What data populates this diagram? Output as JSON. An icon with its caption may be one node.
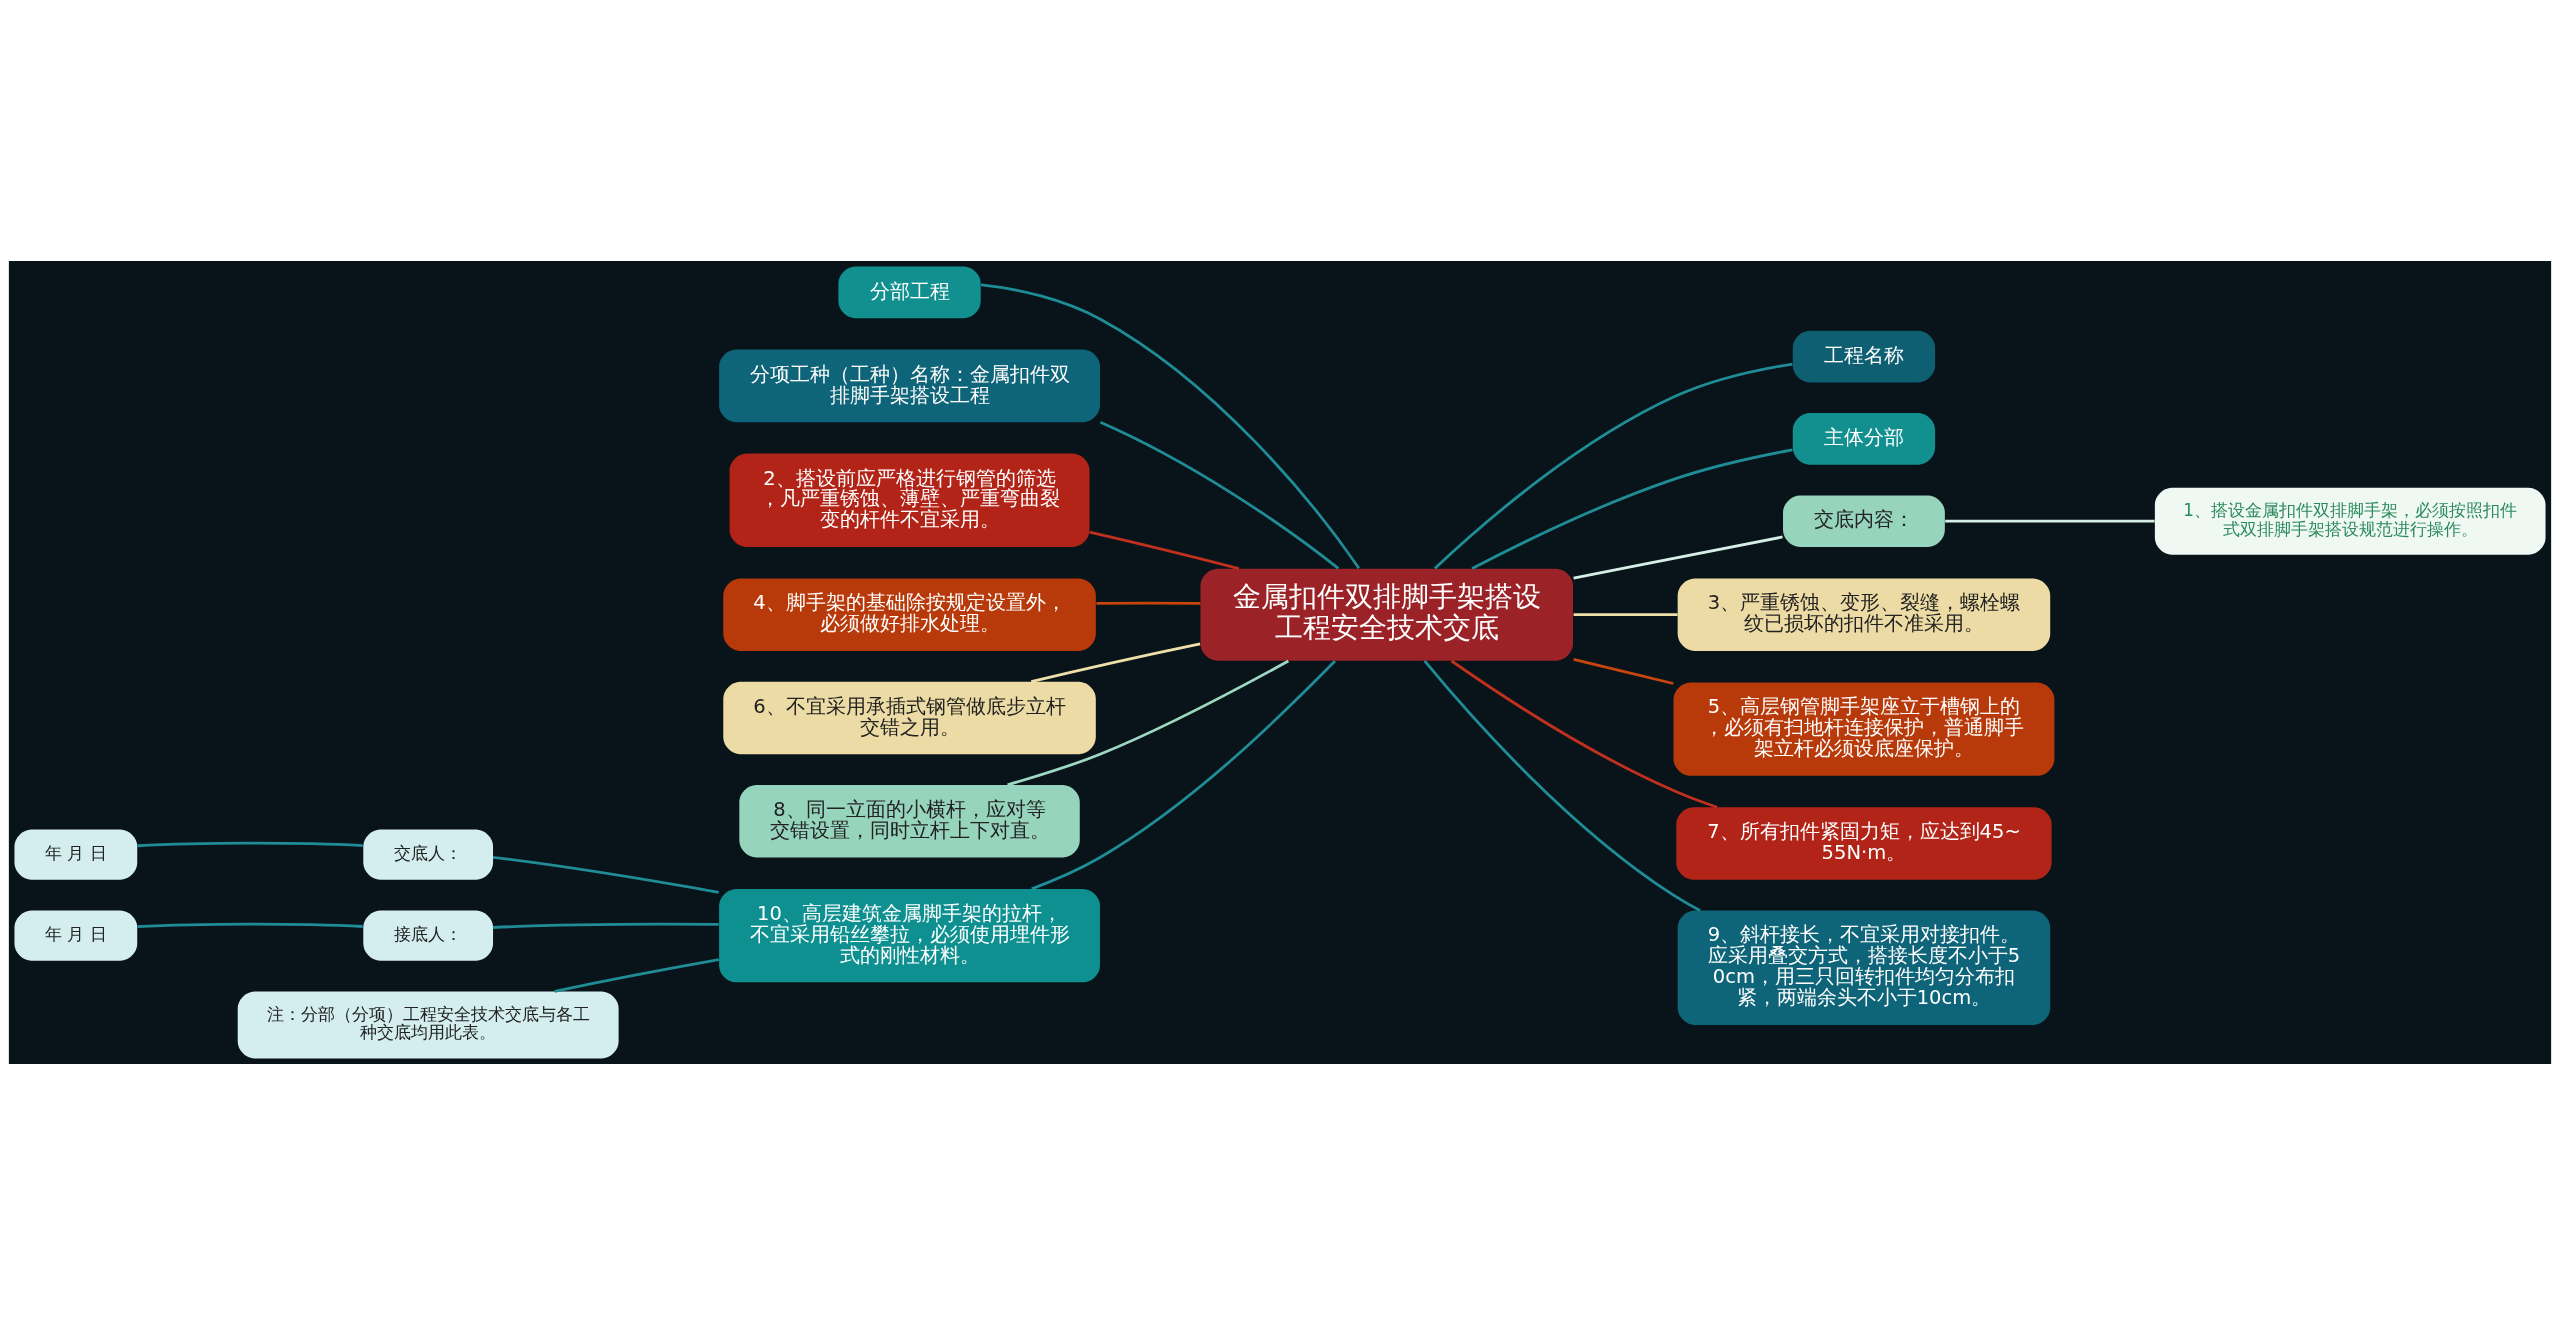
{
  "diagram": {
    "nodes": [
      {
        "text": [
          "金属扣件双排脚手架搭设工程安全技术交底"
        ]
      },
      {
        "text": [
          "分部工程"
        ]
      },
      {
        "text": [
          "分项工种（工种）名称：金属扣件双排脚手架搭设工程"
        ]
      },
      {
        "text": [
          "2、搭设前应严格进行钢管的筛选，凡严重锈蚀、薄壁、严重弯曲裂变的杆件不宜采用。"
        ]
      },
      {
        "text": [
          "4、脚手架的基础除按规定设置外，必须做好排水处理。"
        ]
      },
      {
        "text": [
          "6、不宜采用承插式钢管做底步立杆交错之用。"
        ]
      },
      {
        "text": [
          "8、同一立面的小横杆，应对等交错设置，同时立杆上下对直。"
        ]
      },
      {
        "text": [
          "10、高层建筑金属脚手架的拉杆，不宜采用铅丝攀拉，必须使用埋件形式的刚性材料。"
        ]
      },
      {
        "text": [
          "交底人："
        ]
      },
      {
        "text": [
          "年 月 日"
        ]
      },
      {
        "text": [
          "接底人："
        ]
      },
      {
        "text": [
          "年 月 日"
        ]
      },
      {
        "text": [
          "注：分部（分项）工程安全技术交底与各工种交底均用此表。"
        ]
      },
      {
        "text": [
          "工程名称"
        ]
      },
      {
        "text": [
          "主体分部"
        ]
      },
      {
        "text": [
          "交底内容："
        ]
      },
      {
        "text": [
          "1、搭设金属扣件双排脚手架，必须按照扣件式双排脚手架搭设规范进行操作。"
        ]
      },
      {
        "text": [
          "3、严重锈蚀、变形、裂缝，螺栓螺纹已损坏的扣件不准采用。"
        ]
      },
      {
        "text": [
          "5、高层钢管脚手架座立于槽钢上的，必须有扫地杆连接保护，普通脚手架立杆必须设底座保护。"
        ]
      },
      {
        "text": [
          "7、所有扣件紧固力矩，应达到45~55N·m。"
        ]
      },
      {
        "text": [
          "9、斜杆接长，不宜采用对接扣件。应采用叠交方式，搭接长度不小于50cm，用三只回转扣件均匀分布扣紧，两端余头不小于10cm。"
        ]
      }
    ],
    "edges": [
      {
        "from": 0,
        "to": 1,
        "arrow": "none"
      },
      {
        "from": 0,
        "to": 2,
        "arrow": "none"
      },
      {
        "from": 0,
        "to": 3,
        "arrow": "none",
        "color": "#c0301f"
      },
      {
        "from": 0,
        "to": 4,
        "arrow": "none",
        "color": "#c8450e"
      },
      {
        "from": 0,
        "to": 5,
        "arrow": "none",
        "color": "#efe0aa"
      },
      {
        "from": 0,
        "to": 6,
        "arrow": "none",
        "color": "#9fd8c2"
      },
      {
        "from": 0,
        "to": 7,
        "arrow": "none"
      },
      {
        "from": 7,
        "to": 8,
        "arrow": "none"
      },
      {
        "from": 8,
        "to": 9,
        "arrow": "none"
      },
      {
        "from": 7,
        "to": 10,
        "arrow": "none"
      },
      {
        "from": 10,
        "to": 11,
        "arrow": "none"
      },
      {
        "from": 7,
        "to": 12,
        "arrow": "none"
      },
      {
        "from": 0,
        "to": 13,
        "arrow": "none"
      },
      {
        "from": 0,
        "to": 14,
        "arrow": "none"
      },
      {
        "from": 0,
        "to": 15,
        "arrow": "none",
        "color": "#d6efe6"
      },
      {
        "from": 15,
        "to": 16,
        "arrow": "none",
        "color": "#d6efe6"
      },
      {
        "from": 0,
        "to": 17,
        "arrow": "none",
        "color": "#efe0aa"
      },
      {
        "from": 0,
        "to": 18,
        "arrow": "none",
        "color": "#c8450e"
      },
      {
        "from": 0,
        "to": 19,
        "arrow": "none",
        "color": "#c0301f"
      },
      {
        "from": 0,
        "to": 20,
        "arrow": "none"
      }
    ]
  }
}
